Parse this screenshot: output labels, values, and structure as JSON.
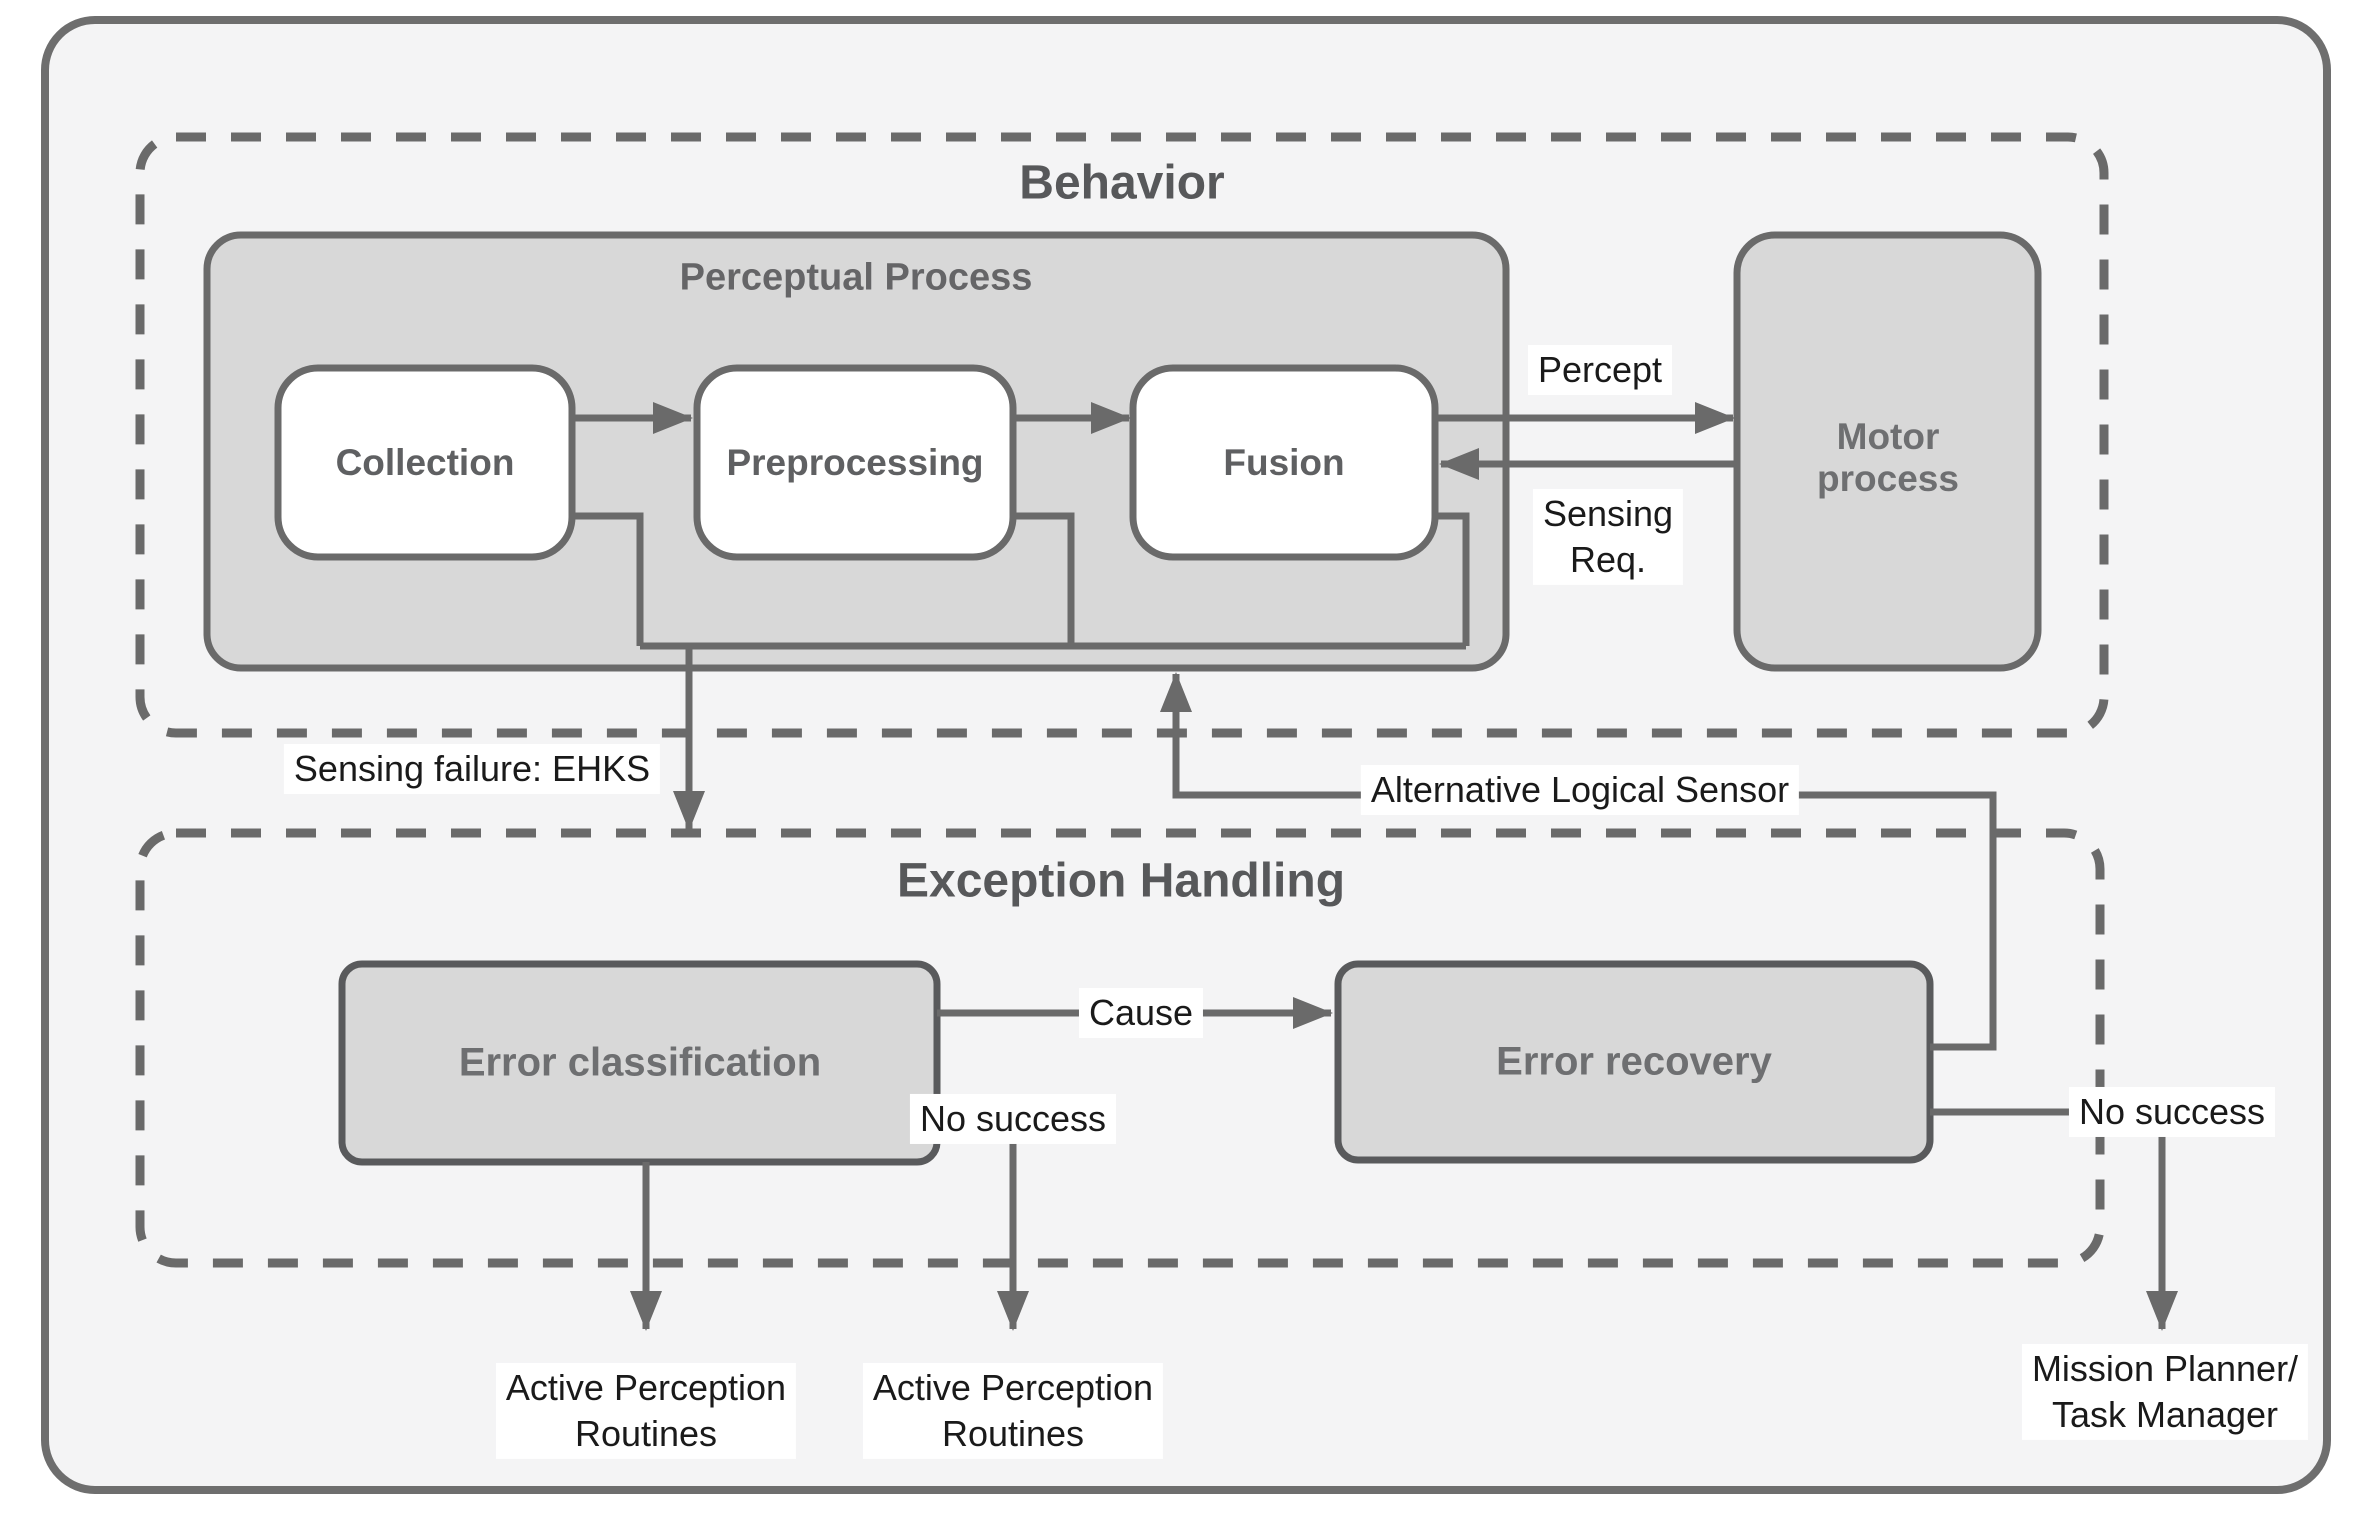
{
  "colors": {
    "canvas_bg": "#ffffff",
    "frame_fill": "#f4f4f5",
    "frame_stroke": "#6e6e6e",
    "container_fill": "#d8d8d8",
    "line_stroke": "#6a6a6a",
    "node_fill": "#ffffff",
    "title_text": "#57585a",
    "node_text": "#5f6062",
    "gray_node_text": "#6e6f71",
    "edge_text": "#1a1a1a"
  },
  "sections": {
    "behavior": {
      "title": "Behavior"
    },
    "perceptual_process": {
      "title": "Perceptual Process"
    },
    "exception_handling": {
      "title": "Exception Handling"
    }
  },
  "nodes": {
    "collection": {
      "label": "Collection"
    },
    "preprocessing": {
      "label": "Preprocessing"
    },
    "fusion": {
      "label": "Fusion"
    },
    "motor_process": {
      "label_lines": [
        "Motor",
        "process"
      ]
    },
    "error_classification": {
      "label": "Error classification"
    },
    "error_recovery": {
      "label": "Error recovery"
    }
  },
  "edges": {
    "percept": {
      "label": "Percept"
    },
    "sensing_req": {
      "label_lines": [
        "Sensing",
        "Req."
      ]
    },
    "sensing_failure": {
      "label": "Sensing failure: EHKS"
    },
    "alternative_logical_sensor": {
      "label": "Alternative Logical Sensor"
    },
    "cause": {
      "label": "Cause"
    },
    "no_success_classification": {
      "label": "No success"
    },
    "no_success_recovery": {
      "label": "No success"
    },
    "active_perception_routines_left": {
      "label_lines": [
        "Active Perception",
        "Routines"
      ]
    },
    "active_perception_routines_middle": {
      "label_lines": [
        "Active Perception",
        "Routines"
      ]
    },
    "mission_planner": {
      "label_lines": [
        "Mission Planner/",
        "Task Manager"
      ]
    }
  }
}
